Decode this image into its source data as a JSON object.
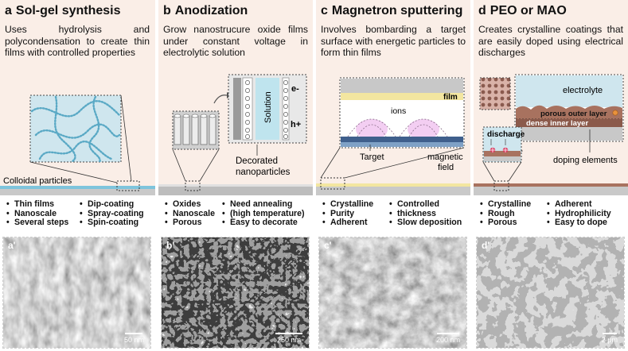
{
  "panels": [
    {
      "letter": "a",
      "title": "Sol-gel synthesis",
      "description": "Uses hydrolysis and polycondensation to create thin films with controlled properties",
      "labels": [
        "Colloidal particles"
      ],
      "bullets_left": [
        "Thin films",
        "Nanoscale",
        "Several steps"
      ],
      "bullets_right": [
        "Dip-coating",
        "Spray-coating",
        "Spin-coating"
      ]
    },
    {
      "letter": "b",
      "title": "Anodization",
      "description": "Grow nanostrucure oxide films under constant voltage in electrolytic solution",
      "labels": [
        "Solution",
        "e-",
        "h+",
        "Decorated",
        "nanoparticles"
      ],
      "bullets_left": [
        "Oxides",
        "Nanoscale",
        "Porous"
      ],
      "bullets_right": [
        "Need annealing",
        "(high temperature)",
        "Easy to decorate"
      ]
    },
    {
      "letter": "c",
      "title": "Magnetron sputtering",
      "description": "Involves bombarding a target surface with energetic particles to form thin films",
      "labels": [
        "film",
        "ions",
        "Target",
        "magnetic",
        "field"
      ],
      "bullets_left": [
        "Crystalline",
        "Purity",
        "Adherent"
      ],
      "bullets_right": [
        "Controlled",
        "thickness",
        "Slow deposition"
      ]
    },
    {
      "letter": "d",
      "title": "PEO or MAO",
      "description": "Creates crystalline coatings that are easily doped using electrical discharges",
      "labels": [
        "electrolyte",
        "porous outer layer",
        "dense inner layer",
        "discharge",
        "doping elements"
      ],
      "bullets_left": [
        "Crystalline",
        "Rough",
        "Porous"
      ],
      "bullets_right": [
        "Adherent",
        "Hydrophilicity",
        "Easy to dope"
      ]
    }
  ],
  "sem_images": [
    {
      "letter": "a'",
      "scale": "50 nm"
    },
    {
      "letter": "b'",
      "scale": "250 nm"
    },
    {
      "letter": "c'",
      "scale": "200 nm"
    },
    {
      "letter": "d'",
      "scale": "2 µm"
    }
  ]
}
